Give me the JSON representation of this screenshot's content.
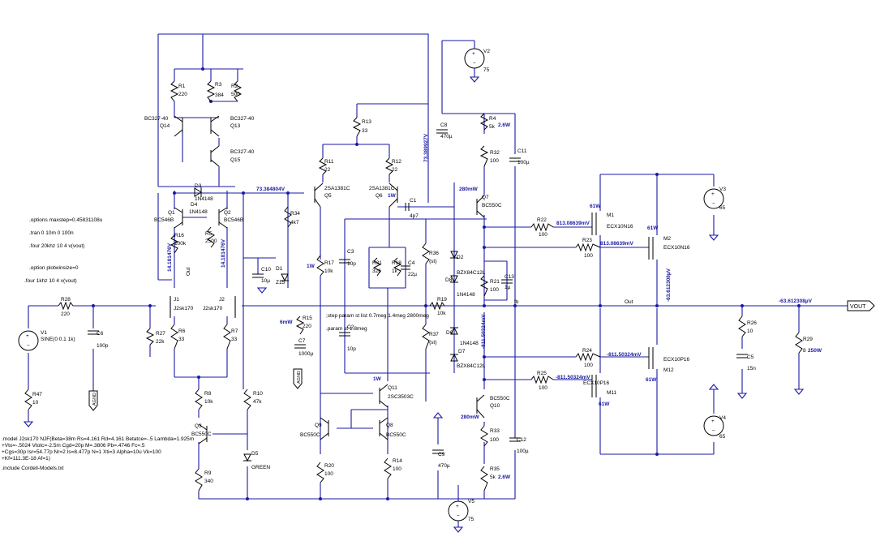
{
  "sources": {
    "v1": {
      "name": "V1",
      "value": "SINE(0 0.1 1k)"
    },
    "v2": {
      "name": "V2",
      "value": "75"
    },
    "v3": {
      "name": "V3",
      "value": "65"
    },
    "v4": {
      "name": "V4",
      "value": "65"
    },
    "v5": {
      "name": "V5",
      "value": "75"
    }
  },
  "resistors": {
    "r1": {
      "name": "R1",
      "value": "220"
    },
    "r2": {
      "name": "R2",
      "value": "500"
    },
    "r3": {
      "name": "R3",
      "value": "384"
    },
    "r4": {
      "name": "R4",
      "value": "5k"
    },
    "r5": {
      "name": "R5",
      "value": "2500"
    },
    "r6": {
      "name": "R6",
      "value": "33"
    },
    "r7": {
      "name": "R7",
      "value": "33"
    },
    "r8": {
      "name": "R8",
      "value": "10k"
    },
    "r9": {
      "name": "R9",
      "value": "340"
    },
    "r10": {
      "name": "R10",
      "value": "47k"
    },
    "r11": {
      "name": "R11",
      "value": "22"
    },
    "r12": {
      "name": "R12",
      "value": "22"
    },
    "r13": {
      "name": "R13",
      "value": "33"
    },
    "r14": {
      "name": "R14",
      "value": "100"
    },
    "r15": {
      "name": "R15",
      "value": "220"
    },
    "r16": {
      "name": "R16",
      "value": "100k"
    },
    "r17": {
      "name": "R17",
      "value": "10k"
    },
    "r18": {
      "name": "R18",
      "value": "1k"
    },
    "r19": {
      "name": "R19",
      "value": "10k"
    },
    "r20": {
      "name": "R20",
      "value": "100"
    },
    "r21": {
      "name": "R21",
      "value": "100"
    },
    "r22": {
      "name": "R22",
      "value": "100"
    },
    "r23": {
      "name": "R23",
      "value": "100"
    },
    "r24": {
      "name": "R24",
      "value": "100"
    },
    "r25": {
      "name": "R25",
      "value": "100"
    },
    "r26": {
      "name": "R26",
      "value": "10"
    },
    "r27": {
      "name": "R27",
      "value": "22k"
    },
    "r28": {
      "name": "R28",
      "value": "220"
    },
    "r29": {
      "name": "R29",
      "value": "8"
    },
    "r31": {
      "name": "R31",
      "value": "326"
    },
    "r32": {
      "name": "R32",
      "value": "100"
    },
    "r33": {
      "name": "R33",
      "value": "100"
    },
    "r34": {
      "name": "R34",
      "value": "4k7"
    },
    "r35": {
      "name": "R35",
      "value": "5k"
    },
    "r36": {
      "name": "R36",
      "value": "{st}"
    },
    "r37": {
      "name": "R37",
      "value": "{st}"
    },
    "r47": {
      "name": "R47",
      "value": "10"
    }
  },
  "capacitors": {
    "c1": {
      "name": "C1",
      "value": "4p7"
    },
    "c2": {
      "name": "C2",
      "value": "10p"
    },
    "c3": {
      "name": "C3",
      "value": "10p"
    },
    "c4": {
      "name": "C4",
      "value": "22µ"
    },
    "c5": {
      "name": "C5",
      "value": "15n"
    },
    "c6": {
      "name": "C6",
      "value": "100p"
    },
    "c7": {
      "name": "C7",
      "value": "1000µ"
    },
    "c8": {
      "name": "C8",
      "value": "470µ"
    },
    "c9": {
      "name": "C9",
      "value": "470µ"
    },
    "c10": {
      "name": "C10",
      "value": "10µ"
    },
    "c11": {
      "name": "C11",
      "value": "100µ"
    },
    "c12": {
      "name": "C12",
      "value": "100µ"
    },
    "c13": {
      "name": "C13",
      "value": "1µ"
    }
  },
  "transistors": {
    "q1": {
      "name": "Q1",
      "value": "BC546B"
    },
    "q2": {
      "name": "Q2",
      "value": "BC546B"
    },
    "q3": {
      "name": "Q3",
      "value": "BC550C"
    },
    "q5": {
      "name": "Q5",
      "value": "2SA1381C"
    },
    "q6": {
      "name": "Q6",
      "value": "2SA1381C"
    },
    "q7": {
      "name": "Q7",
      "value": "BC550C"
    },
    "q8": {
      "name": "Q8",
      "value": "BC550C"
    },
    "q9": {
      "name": "Q9",
      "value": "BC550C"
    },
    "q10": {
      "name": "Q10",
      "value": "BC550C"
    },
    "q11": {
      "name": "Q11",
      "value": "2SC3503C"
    },
    "q13": {
      "name": "Q13",
      "value": "BC327-40"
    },
    "q14": {
      "name": "Q14",
      "value": "BC327-40"
    },
    "q15": {
      "name": "Q15",
      "value": "BC327-40"
    },
    "j1": {
      "name": "J1",
      "value": "J2sk170"
    },
    "j2": {
      "name": "J2",
      "value": "J2sk170"
    },
    "m1": {
      "name": "M1",
      "value": "ECX10N16"
    },
    "m2": {
      "name": "M2",
      "value": "ECX10N16"
    },
    "m11": {
      "name": "M11",
      "value": "ECX10P16"
    },
    "m12": {
      "name": "M12",
      "value": "ECX10P16"
    }
  },
  "diodes": {
    "d1": {
      "name": "D1",
      "value": "Z15"
    },
    "d2": {
      "name": "D2",
      "value": "BZX84C12L"
    },
    "d3": {
      "name": "D3",
      "value": "1N4148"
    },
    "d4": {
      "name": "D4",
      "value": "1N4148"
    },
    "d5": {
      "name": "D5",
      "value": "GREEN"
    },
    "d6": {
      "name": "D6",
      "value": "1N4148"
    },
    "d7": {
      "name": "D7",
      "value": "BZX84C12L"
    },
    "d8": {
      "name": "D8",
      "value": "1N4148"
    }
  },
  "net_labels": {
    "vout": "VOUT",
    "out": "Out",
    "fb": "fb",
    "out_small": "Out",
    "agnd1": "AGND",
    "agnd2": "AGND"
  },
  "measurements": {
    "v_bias": "73.384804V",
    "v_rail": "73.389927V",
    "v_j1": "14.181476V",
    "v_j2": "14.181476V",
    "v_m1": "813.08639mV",
    "v_m2": "813.08639mV",
    "v_m11": "-811.50324mV",
    "v_m12": "-811.50324mV",
    "v_mid": "-811.50324mV",
    "v_out": "-63.612308µV",
    "v_out_vert": "-63.612308µV",
    "p_r4": "2.6W",
    "p_r35": "2.6W",
    "p_q7": "280mW",
    "p_q10": "280mW",
    "p_m1": "61W",
    "p_m2": "61W",
    "p_m11": "61W",
    "p_m12": "61W",
    "p_r29": "250W",
    "p_r17": "1W",
    "p_q6": "1W",
    "p_q11": "1W",
    "p_r15": "6mW"
  },
  "directives": {
    "options": ".options maxstep=0.45831108u",
    "tran": ".tran 0 10m 0 100n",
    "four1": ".four 20khz 10 4 v(vout)",
    "plotwin": ".option plotwinsize=0",
    "four2": ".four 1khz 10 4 v(vout)",
    "step": ";step param st list 0.7meg  1.4meg  2800meg",
    "param": ".param st 1.8meg",
    "model1": ".model J2sk170 NJF(Beta=38m Rs=4.161 Rd=4.161 Betatce=-.5 Lambda=1.925m",
    "model2": "+Vto=-.5024 Vtotc=-2.5m Cgd=20p M=.3806 Pb=.4746 Fc=.5",
    "model3": "+Cgs=30p Isr=54.77p Nr=2 Is=8.477p N=1 Xti=3 Alpha=10u Vk=100",
    "model4": "+Kf=111.3E-18 Af=1)",
    "include": ".include Cordell-Models.txt"
  }
}
